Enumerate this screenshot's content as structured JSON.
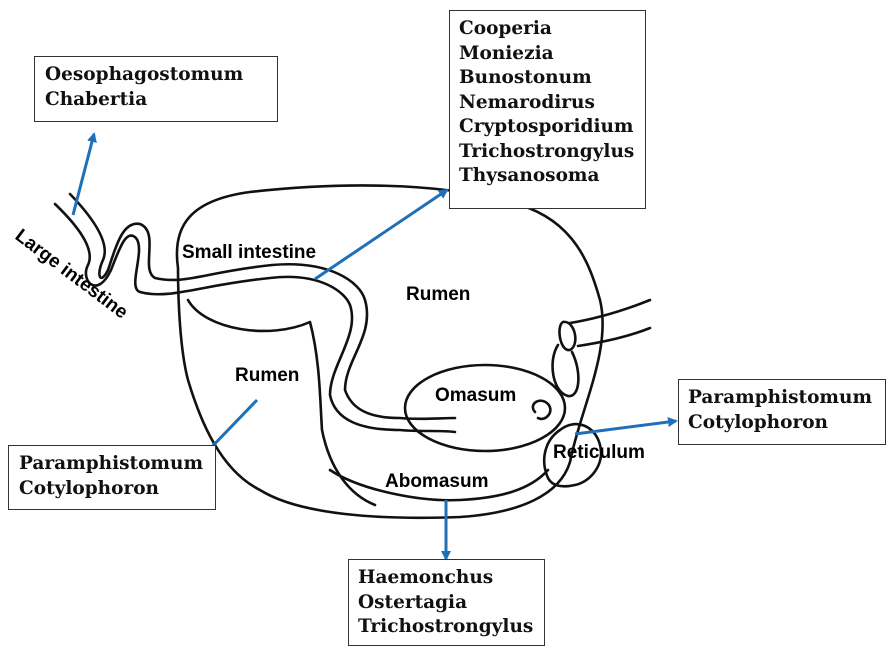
{
  "organs": {
    "large_intestine": "Large intestine",
    "small_intestine": "Small intestine",
    "rumen_upper": "Rumen",
    "rumen_lower": "Rumen",
    "omasum": "Omasum",
    "reticulum": "Reticulum",
    "abomasum": "Abomasum"
  },
  "parasite_boxes": {
    "large_intestine": [
      "Oesophagostomum",
      "Chabertia"
    ],
    "small_intestine": [
      "Cooperia",
      "Moniezia",
      "Bunostonum",
      "Nemarodirus",
      "Cryptosporidium",
      "Trichostrongylus",
      "Thysanosoma"
    ],
    "rumen": [
      "Paramphistomum",
      "Cotylophoron"
    ],
    "reticulum": [
      "Paramphistomum",
      "Cotylophoron"
    ],
    "abomasum": [
      "Haemonchus",
      "Ostertagia",
      "Trichostrongylus"
    ]
  },
  "colors": {
    "arrow": "#1f6fb9",
    "outline": "#111111"
  }
}
